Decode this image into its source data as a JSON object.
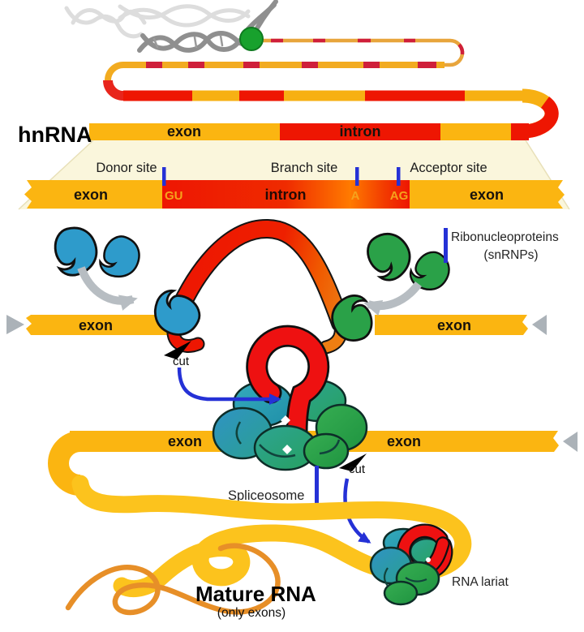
{
  "labels": {
    "hnrna": "hnRNA",
    "hnrna_bar": {
      "exon": "exon",
      "intron": "intron"
    },
    "detail_bar": {
      "exon_left": "exon",
      "gu": "GU",
      "intron": "intron",
      "branch_a": "A",
      "ag": "AG",
      "exon_right": "exon"
    },
    "sites": {
      "donor": "Donor site",
      "branch": "Branch site",
      "acceptor": "Acceptor site"
    },
    "snrnp": {
      "line1": "Ribonucleoproteins",
      "line2": "(snRNPs)"
    },
    "assembly": {
      "exon_left": "exon",
      "exon_right": "exon",
      "cut": "cut"
    },
    "splicing": {
      "exon_left": "exon",
      "exon_right": "exon",
      "spliceosome": "Spliceosome",
      "cut": "cut"
    },
    "mature": {
      "title": "Mature RNA",
      "subtitle": "(only exons)"
    },
    "lariat": "RNA lariat"
  },
  "colors": {
    "exon_yellow": "#FBB511",
    "intron_red": "#EE1602",
    "mature_yellow": "#FCC31D",
    "mature_orange_thin": "#E78F28",
    "dash_crimson": "#CF1F3A",
    "snrnp_blue": "#2E9BCB",
    "snrnp_green": "#2AA148",
    "spliceosome_teal": "#2B9FB0",
    "marker_blue": "#2531D6",
    "arrow_gray": "#B7BDC2",
    "beam_cream": "#FAF6DC",
    "dna_gray": "#8F8F8F",
    "polymerase_green": "#18A12D",
    "site_label_orange": "#F6A21C"
  }
}
